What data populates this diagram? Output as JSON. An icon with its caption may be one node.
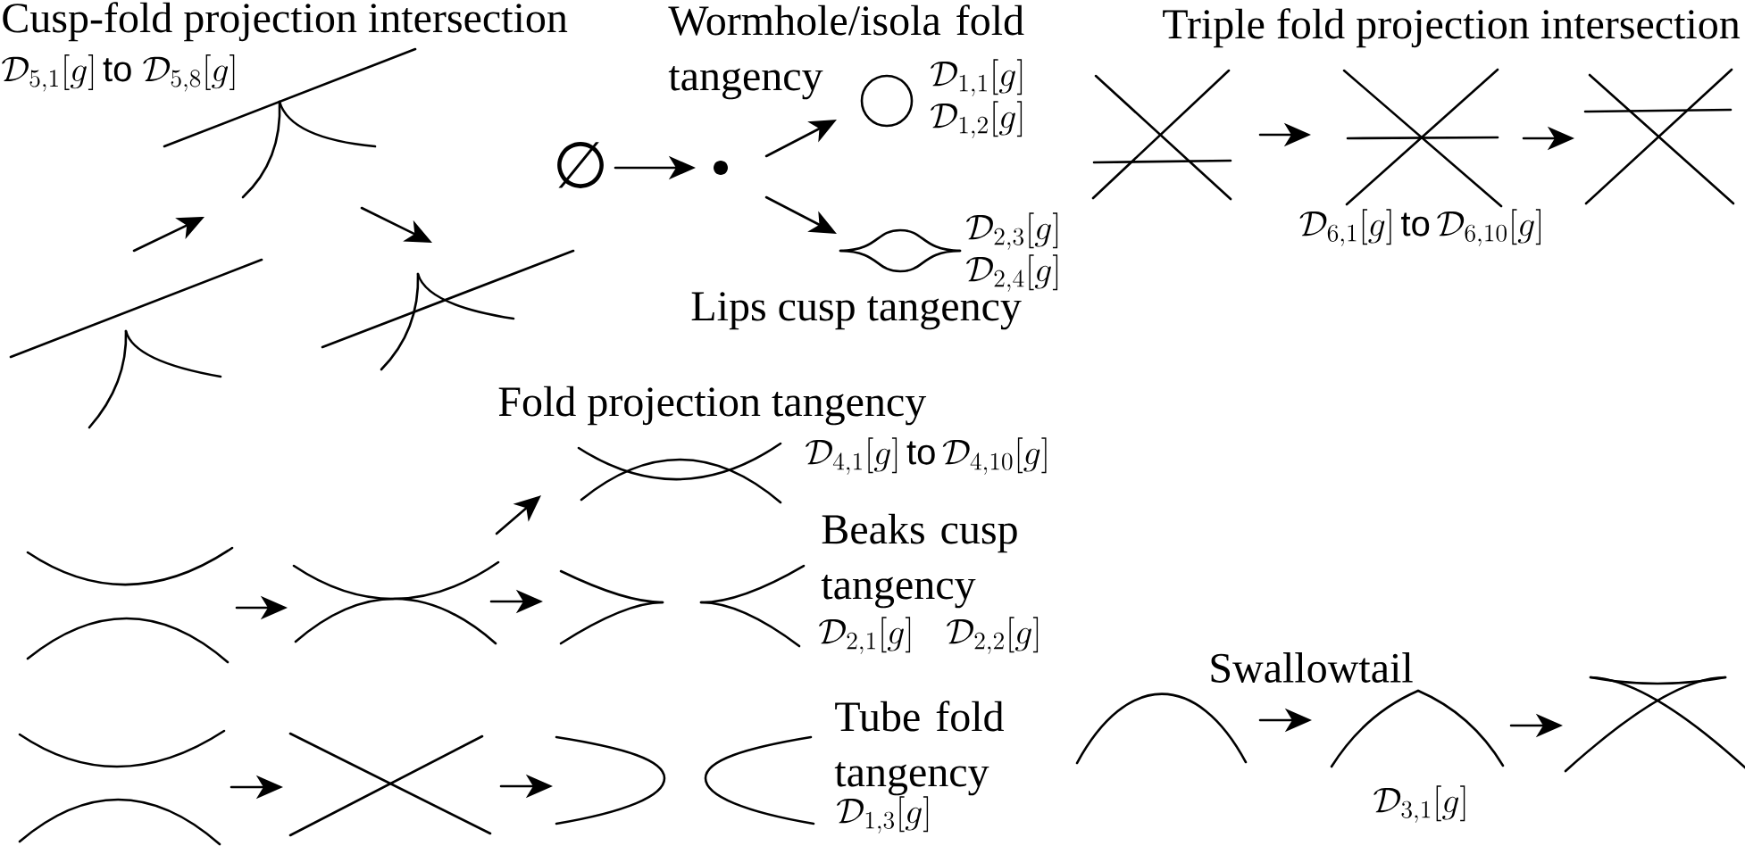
{
  "diagram": {
    "nodes": [
      {
        "text": [],
        "shape": "picture"
      },
      {
        "text": [],
        "shape": "picture"
      },
      {
        "text": [],
        "shape": "picture"
      },
      {
        "text": [
          "∅"
        ]
      },
      {
        "text": [],
        "shape": "dot"
      },
      {
        "text": [],
        "shape": "circle",
        "beside": [
          "\\mathcal{D}_{1,1}[g]",
          "\\mathcal{D}_{1,2}[g]"
        ]
      },
      {
        "text": [],
        "shape": "picture",
        "beside": [
          "\\mathcal{D}_{2,3}[g]",
          "\\mathcal{D}_{2,4}[g]"
        ]
      },
      {
        "text": [],
        "shape": "picture"
      },
      {
        "text": [],
        "shape": "picture",
        "beside": [
          "\\mathcal{D}_{6,1}[g]\\,\\textsf{to}\\,\\mathcal{D}_{6,10}[g]"
        ]
      },
      {
        "text": [],
        "shape": "picture"
      },
      {
        "text": [],
        "shape": "picture",
        "beside": [
          "\\mathcal{D}_{4,1}[g]\\,\\textsf{to}\\,\\mathcal{D}_{4,10}[g]"
        ]
      },
      {
        "text": [],
        "shape": "picture"
      },
      {
        "text": [],
        "shape": "picture"
      },
      {
        "text": [],
        "shape": "picture",
        "beside": [
          "\\mathcal{D}_{2,1}[g]",
          "\\mathcal{D}_{2,2}[g]"
        ]
      },
      {
        "text": [],
        "shape": "picture"
      },
      {
        "text": [],
        "shape": "picture"
      },
      {
        "text": [],
        "shape": "picture",
        "beside": [
          "\\mathcal{D}_{1,3}[g]"
        ]
      },
      {
        "text": [],
        "shape": "picture"
      },
      {
        "text": [],
        "shape": "picture",
        "beside": [
          "\\mathcal{D}_{3,1}[g]"
        ]
      },
      {
        "text": [],
        "shape": "picture"
      }
    ],
    "edges": [
      {
        "from": 1,
        "to": 0,
        "arrow": "to"
      },
      {
        "from": 0,
        "to": 2,
        "arrow": "to"
      },
      {
        "from": 3,
        "to": 4,
        "arrow": "to"
      },
      {
        "from": 4,
        "to": 5,
        "arrow": "to"
      },
      {
        "from": 4,
        "to": 6,
        "arrow": "to"
      },
      {
        "from": 7,
        "to": 8,
        "arrow": "to"
      },
      {
        "from": 8,
        "to": 9,
        "arrow": "to"
      },
      {
        "from": 11,
        "to": 12,
        "arrow": "to"
      },
      {
        "from": 12,
        "to": 10,
        "arrow": "to"
      },
      {
        "from": 12,
        "to": 13,
        "arrow": "to"
      },
      {
        "from": 14,
        "to": 15,
        "arrow": "to"
      },
      {
        "from": 15,
        "to": 16,
        "arrow": "to"
      },
      {
        "from": 17,
        "to": 18,
        "arrow": "to"
      },
      {
        "from": 18,
        "to": 19,
        "arrow": "to"
      }
    ],
    "labels": [
      "Cusp-fold projection intersection",
      "\\mathcal{D}_{5,1}[g]\\,\\textsf{to}\\;\\mathcal{D}_{5,8}[g]",
      "Wormhole/isola fold tangency",
      "Triple fold projection intersection",
      "Lips cusp tangency",
      "Fold projection tangency",
      "Beaks cusp tangency",
      "Swallowtail",
      "Tube fold tangency"
    ]
  }
}
